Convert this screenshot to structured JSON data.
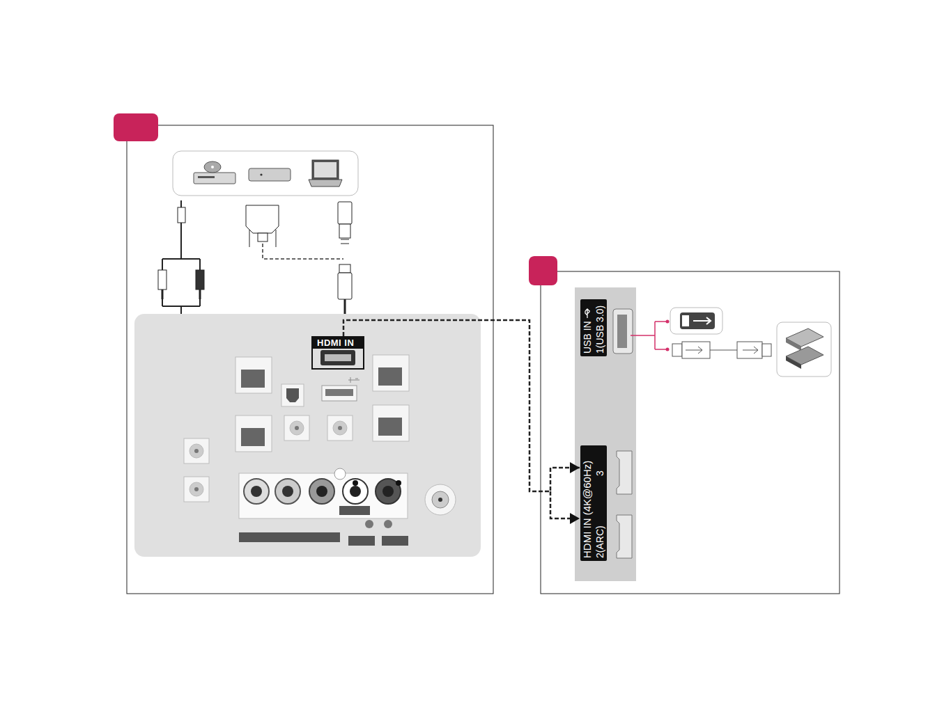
{
  "diagram": {
    "nodes": [
      {
        "text": [
          "HDMI IN"
        ]
      },
      {
        "text": [
          "USB IN",
          "1(USB 3.0)"
        ]
      },
      {
        "text": [
          "HDMI IN (4K@60Hz)",
          "3",
          "2(ARC)"
        ]
      }
    ],
    "edges": [
      {
        "from": 0,
        "to": 2,
        "arrow": "to"
      }
    ]
  }
}
